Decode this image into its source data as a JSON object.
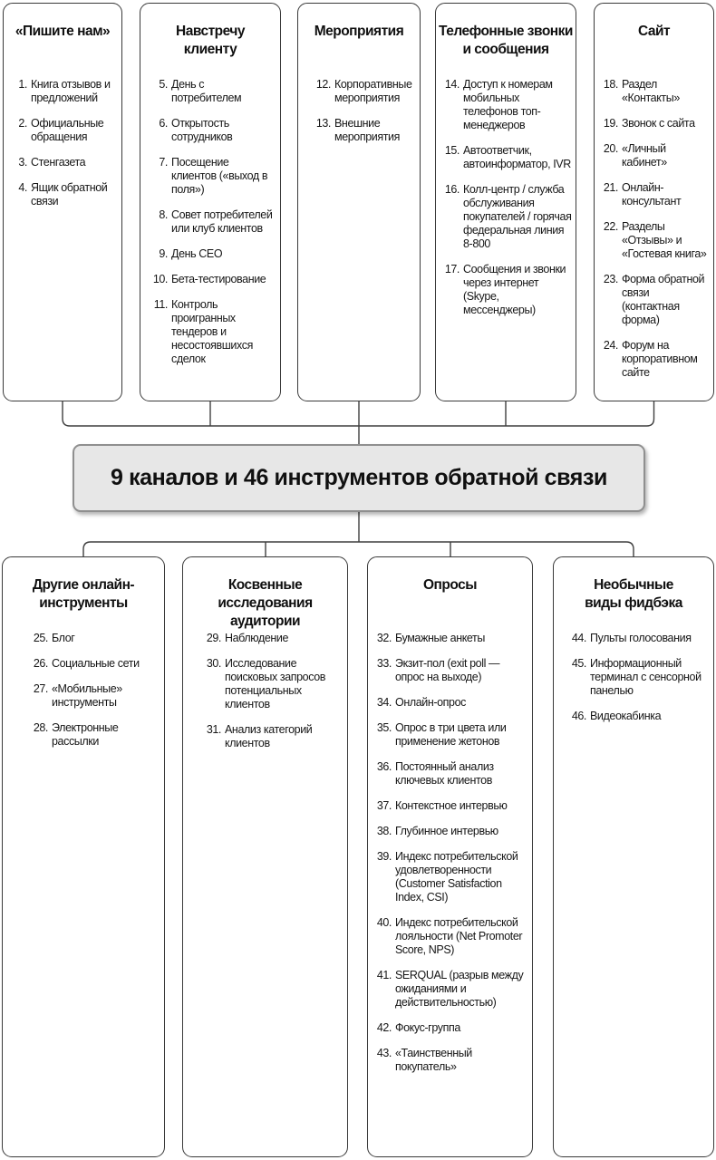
{
  "diagram": {
    "central_label": "9 каналов и 46 инструментов обратной связи",
    "colors": {
      "background": "#ffffff",
      "line": "#3f3f3f",
      "box_border": "#3a3a3a",
      "central_fill": "#e7e7e7",
      "central_border": "#8f8f8f",
      "text": "#151515"
    },
    "top_row": [
      {
        "title": "«Пишите нам»",
        "items": [
          {
            "n": "1.",
            "t": "Книга отзывов и предложений"
          },
          {
            "n": "2.",
            "t": "Официальные обращения"
          },
          {
            "n": "3.",
            "t": "Стенгазета"
          },
          {
            "n": "4.",
            "t": "Ящик обратной связи"
          }
        ]
      },
      {
        "title": "Навстречу\nклиенту",
        "items": [
          {
            "n": "5.",
            "t": "День с потребителем"
          },
          {
            "n": "6.",
            "t": "Открытость сотрудников"
          },
          {
            "n": "7.",
            "t": "Посещение клиентов («выход в поля»)"
          },
          {
            "n": "8.",
            "t": "Совет потребителей или клуб клиентов"
          },
          {
            "n": "9.",
            "t": "День CEO"
          },
          {
            "n": "10.",
            "t": "Бета-тестирование"
          },
          {
            "n": "11.",
            "t": "Контроль проигранных тендеров и несостоявшихся сделок"
          }
        ]
      },
      {
        "title": "Мероприятия",
        "items": [
          {
            "n": "12.",
            "t": "Корпоративные мероприятия"
          },
          {
            "n": "13.",
            "t": "Внешние мероприятия"
          }
        ]
      },
      {
        "title": "Телефонные звонки\nи сообщения",
        "items": [
          {
            "n": "14.",
            "t": "Доступ к номерам мобильных телефонов топ-менеджеров"
          },
          {
            "n": "15.",
            "t": "Автоответчик, автоинформатор, IVR"
          },
          {
            "n": "16.",
            "t": "Колл-центр / служба обслуживания покупателей / горячая федеральная линия 8-800"
          },
          {
            "n": "17.",
            "t": "Сообщения и звонки через интернет (Skype, мессенджеры)"
          }
        ]
      },
      {
        "title": "Сайт",
        "items": [
          {
            "n": "18.",
            "t": "Раздел «Контакты»"
          },
          {
            "n": "19.",
            "t": "Звонок с сайта"
          },
          {
            "n": "20.",
            "t": "«Личный кабинет»"
          },
          {
            "n": "21.",
            "t": "Онлайн-консультант"
          },
          {
            "n": "22.",
            "t": "Разделы «Отзывы» и «Гостевая книга»"
          },
          {
            "n": "23.",
            "t": "Форма обратной связи (контактная форма)"
          },
          {
            "n": "24.",
            "t": "Форум на корпоративном сайте"
          }
        ]
      }
    ],
    "bottom_row": [
      {
        "title": "Другие онлайн-\nинструменты",
        "items": [
          {
            "n": "25.",
            "t": "Блог"
          },
          {
            "n": "26.",
            "t": "Социальные сети"
          },
          {
            "n": "27.",
            "t": "«Мобильные» инструменты"
          },
          {
            "n": "28.",
            "t": "Электронные рассылки"
          }
        ]
      },
      {
        "title": "Косвенные\nисследования аудитории",
        "items": [
          {
            "n": "29.",
            "t": "Наблюдение"
          },
          {
            "n": "30.",
            "t": "Исследование поисковых запросов потенциальных клиентов"
          },
          {
            "n": "31.",
            "t": "Анализ категорий клиентов"
          }
        ]
      },
      {
        "title": "Опросы",
        "items": [
          {
            "n": "32.",
            "t": "Бумажные анкеты"
          },
          {
            "n": "33.",
            "t": "Экзит-пол (exit poll — опрос на выходе)"
          },
          {
            "n": "34.",
            "t": "Онлайн-опрос"
          },
          {
            "n": "35.",
            "t": "Опрос в три цвета или применение жетонов"
          },
          {
            "n": "36.",
            "t": "Постоянный анализ ключевых клиентов"
          },
          {
            "n": "37.",
            "t": "Контекстное интервью"
          },
          {
            "n": "38.",
            "t": "Глубинное интервью"
          },
          {
            "n": "39.",
            "t": "Индекс потребительской удовлетворенности (Customer Satisfaction Index, CSI)"
          },
          {
            "n": "40.",
            "t": "Индекс потребительской лояльности (Net Promoter Score, NPS)"
          },
          {
            "n": "41.",
            "t": "SERQUAL (разрыв между ожиданиями и действительностью)"
          },
          {
            "n": "42.",
            "t": "Фокус-группа"
          },
          {
            "n": "43.",
            "t": "«Таинственный покупатель»"
          }
        ]
      },
      {
        "title": "Необычные\nвиды фидбэка",
        "items": [
          {
            "n": "44.",
            "t": "Пульты голосования"
          },
          {
            "n": "45.",
            "t": "Информационный терминал с сенсорной панелью"
          },
          {
            "n": "46.",
            "t": "Видеокабинка"
          }
        ]
      }
    ]
  }
}
